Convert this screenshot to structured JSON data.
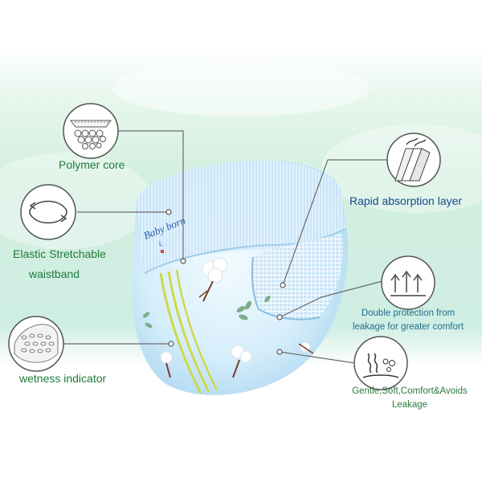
{
  "brand": {
    "logo_text": "Baby born",
    "size_mark": "L"
  },
  "features": {
    "polymer_core": "Polymer core",
    "elastic_waistband_line1": "Elastic Stretchable",
    "elastic_waistband_line2": "waistband",
    "wetness_indicator": "wetness indicator",
    "rapid_absorption": "Rapid absorption layer",
    "double_protection_line1": "Double protection from",
    "double_protection_line2": "leakage for greater comfort",
    "gentle_line1": "Gentle,Soft,Comfort&Avoids",
    "gentle_line2": "Leakage"
  },
  "colors": {
    "label_green": "#1f7a3a",
    "label_blue": "#154a86",
    "diaper_blue": "#bfe3f7",
    "indicator_yellow": "#cfd84a",
    "leader_line": "#6b6b6b"
  },
  "icons": [
    "polymer-core-icon",
    "elastic-band-icon",
    "wetness-dots-icon",
    "absorption-layer-icon",
    "double-arrows-icon",
    "gentle-waves-icon"
  ]
}
